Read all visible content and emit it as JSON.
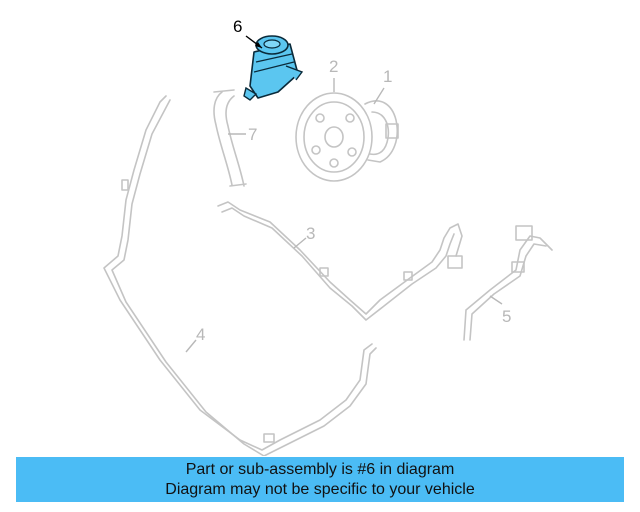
{
  "diagram": {
    "callouts": [
      {
        "label": "1",
        "highlighted": false
      },
      {
        "label": "2",
        "highlighted": false
      },
      {
        "label": "3",
        "highlighted": false
      },
      {
        "label": "4",
        "highlighted": false
      },
      {
        "label": "5",
        "highlighted": false
      },
      {
        "label": "6",
        "highlighted": true
      },
      {
        "label": "7",
        "highlighted": false
      }
    ],
    "colors": {
      "highlight_part": "#5bc6f0",
      "banner": "#4bbcf5",
      "line_art": "#c4c4c4"
    }
  },
  "banner": {
    "line1": "Part or sub-assembly is #6 in diagram",
    "line2": "Diagram may not be specific to your vehicle"
  }
}
